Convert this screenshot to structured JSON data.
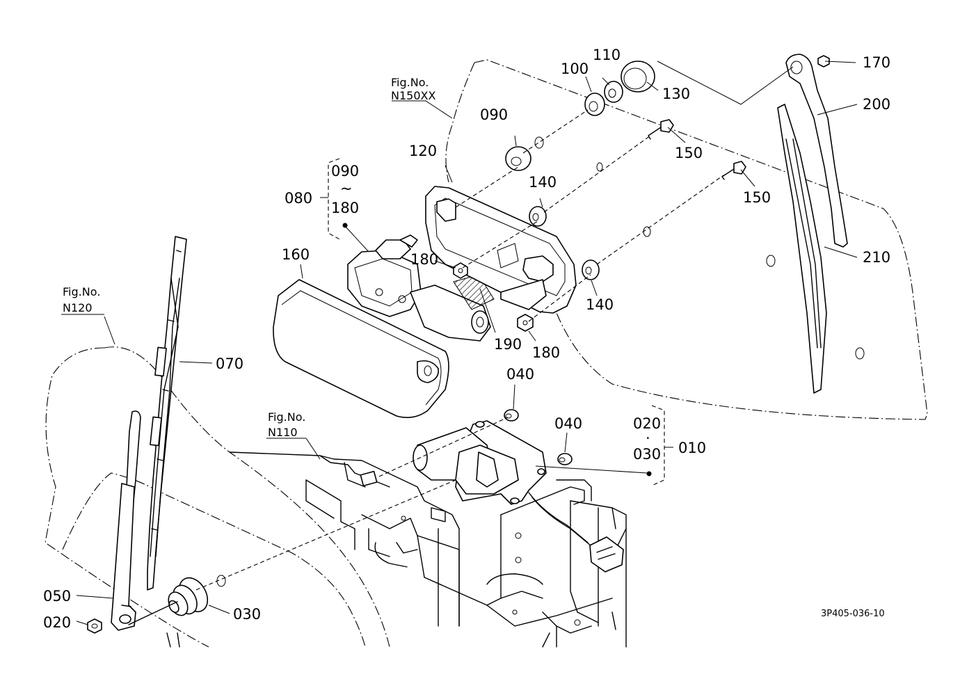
{
  "diagram": {
    "drawing_code": "3P405-036-10",
    "fig_refs": [
      {
        "line1": "Fig.No.",
        "line2": "N150XX"
      },
      {
        "line1": "Fig.No.",
        "line2": "N120"
      },
      {
        "line1": "Fig.No.",
        "line2": "N110"
      }
    ],
    "labels": {
      "p010": "010",
      "p020_group": "020",
      "p030_group": "030",
      "p020": "020",
      "p030": "030",
      "p040_a": "040",
      "p040_b": "040",
      "p050": "050",
      "p070": "070",
      "p080": "080",
      "p090_group": "090",
      "p180_group": "180",
      "p090": "090",
      "p100": "100",
      "p110": "110",
      "p120": "120",
      "p130": "130",
      "p140_a": "140",
      "p140_b": "140",
      "p150_a": "150",
      "p150_b": "150",
      "p160": "160",
      "p170": "170",
      "p180_a": "180",
      "p180_b": "180",
      "p190": "190",
      "p200": "200",
      "p210": "210"
    },
    "range_marks": {
      "tilde": "~",
      "dot": "·"
    }
  }
}
